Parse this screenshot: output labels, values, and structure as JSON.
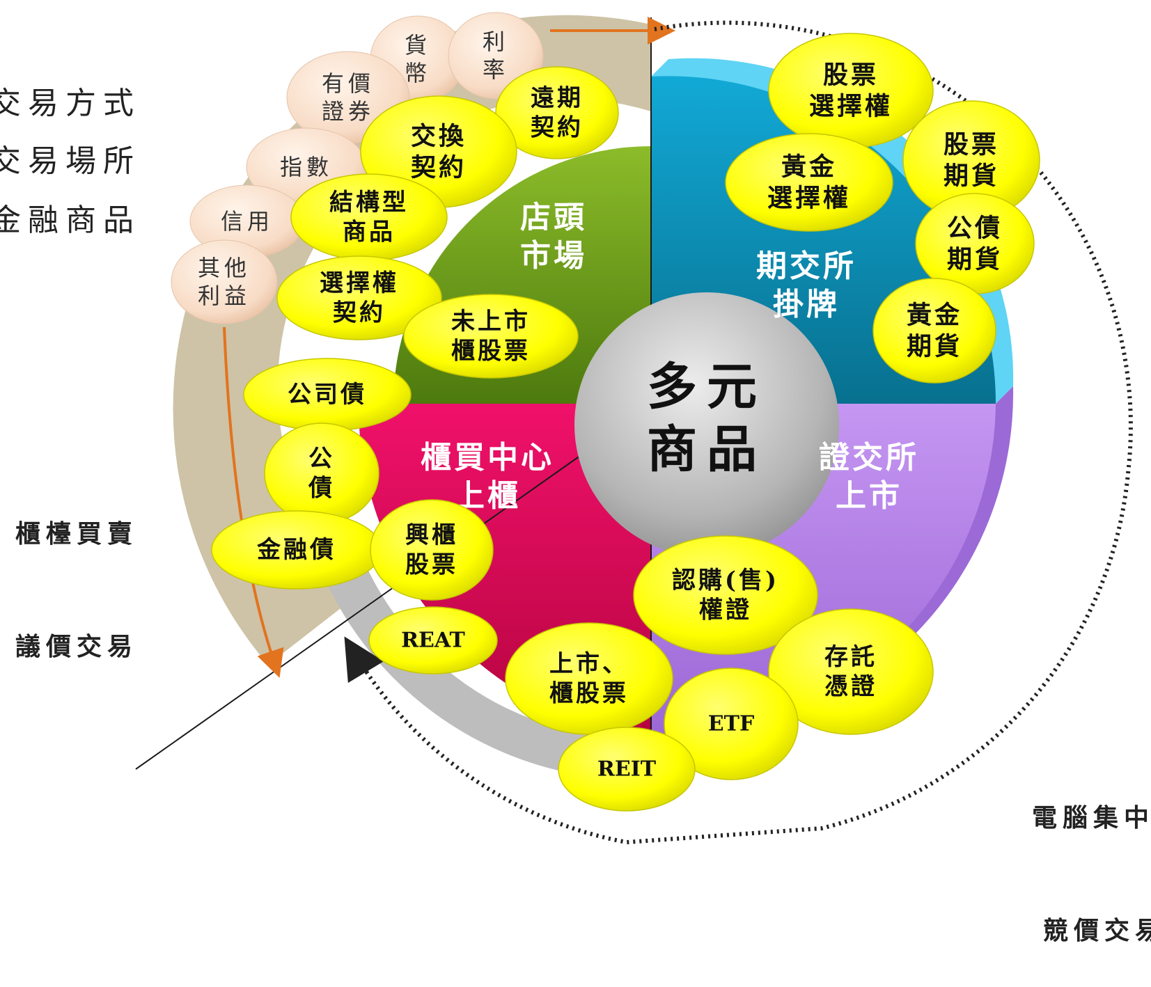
{
  "legend": {
    "line1": "交易方式",
    "line2": "交易場所",
    "line3": "金融商品"
  },
  "center_label": [
    "多元",
    "商品"
  ],
  "quadrants": {
    "otc_market": [
      "店頭",
      "市場"
    ],
    "futures_exchange": [
      "期交所",
      "掛牌"
    ],
    "tpex": [
      "櫃買中心",
      "上櫃"
    ],
    "twse": [
      "證交所",
      "上市"
    ]
  },
  "trading_methods": {
    "counter": [
      "櫃檯買賣",
      "議價交易"
    ],
    "auction": [
      "電腦集中",
      "競價交易"
    ]
  },
  "underlying_assets": [
    {
      "name": "asset-currency",
      "lines": [
        "貨",
        "幣"
      ]
    },
    {
      "name": "asset-interest-rate",
      "lines": [
        "利",
        "率"
      ]
    },
    {
      "name": "asset-securities",
      "lines": [
        "有價",
        "證券"
      ]
    },
    {
      "name": "asset-index",
      "lines": [
        "指數"
      ]
    },
    {
      "name": "asset-credit",
      "lines": [
        "信用"
      ]
    },
    {
      "name": "asset-other-interests",
      "lines": [
        "其他",
        "利益"
      ]
    }
  ],
  "products": [
    {
      "name": "forward-contract",
      "lines": [
        "遠期",
        "契約"
      ]
    },
    {
      "name": "swap-contract",
      "lines": [
        "交換",
        "契約"
      ]
    },
    {
      "name": "structured-product",
      "lines": [
        "結構型",
        "商品"
      ]
    },
    {
      "name": "option-contract",
      "lines": [
        "選擇權",
        "契約"
      ]
    },
    {
      "name": "unlisted-otc-stock",
      "lines": [
        "未上市",
        "櫃股票"
      ]
    },
    {
      "name": "corporate-bond",
      "lines": [
        "公司債"
      ]
    },
    {
      "name": "government-bond",
      "lines": [
        "公",
        "債"
      ]
    },
    {
      "name": "financial-bond",
      "lines": [
        "金融債"
      ]
    },
    {
      "name": "emerging-stock",
      "lines": [
        "興櫃",
        "股票"
      ]
    },
    {
      "name": "reat",
      "lines": [
        "REAT"
      ]
    },
    {
      "name": "listed-otc-stock",
      "lines": [
        "上市、",
        "櫃股票"
      ]
    },
    {
      "name": "warrant",
      "lines": [
        "認購(售)",
        "權證"
      ]
    },
    {
      "name": "depositary-receipt",
      "lines": [
        "存託",
        "憑證"
      ]
    },
    {
      "name": "etf",
      "lines": [
        "ETF"
      ]
    },
    {
      "name": "reit",
      "lines": [
        "REIT"
      ]
    },
    {
      "name": "stock-option",
      "lines": [
        "股票",
        "選擇權"
      ]
    },
    {
      "name": "stock-futures",
      "lines": [
        "股票",
        "期貨"
      ]
    },
    {
      "name": "gold-option",
      "lines": [
        "黃金",
        "選擇權"
      ]
    },
    {
      "name": "government-bond-futures",
      "lines": [
        "公債",
        "期貨"
      ]
    },
    {
      "name": "gold-futures",
      "lines": [
        "黃金",
        "期貨"
      ]
    }
  ],
  "colors": {
    "otc_market": "#6e9a1a",
    "futures_exchange": "#0c8db0",
    "tpex": "#e2065a",
    "twse": "#b07ce6",
    "product_bubble": "#ffff00",
    "asset_bubble": "#f8dcc6",
    "otc_band": "#c9bd9c",
    "arrow": "#e2731f",
    "center": "#b3b3b3"
  }
}
